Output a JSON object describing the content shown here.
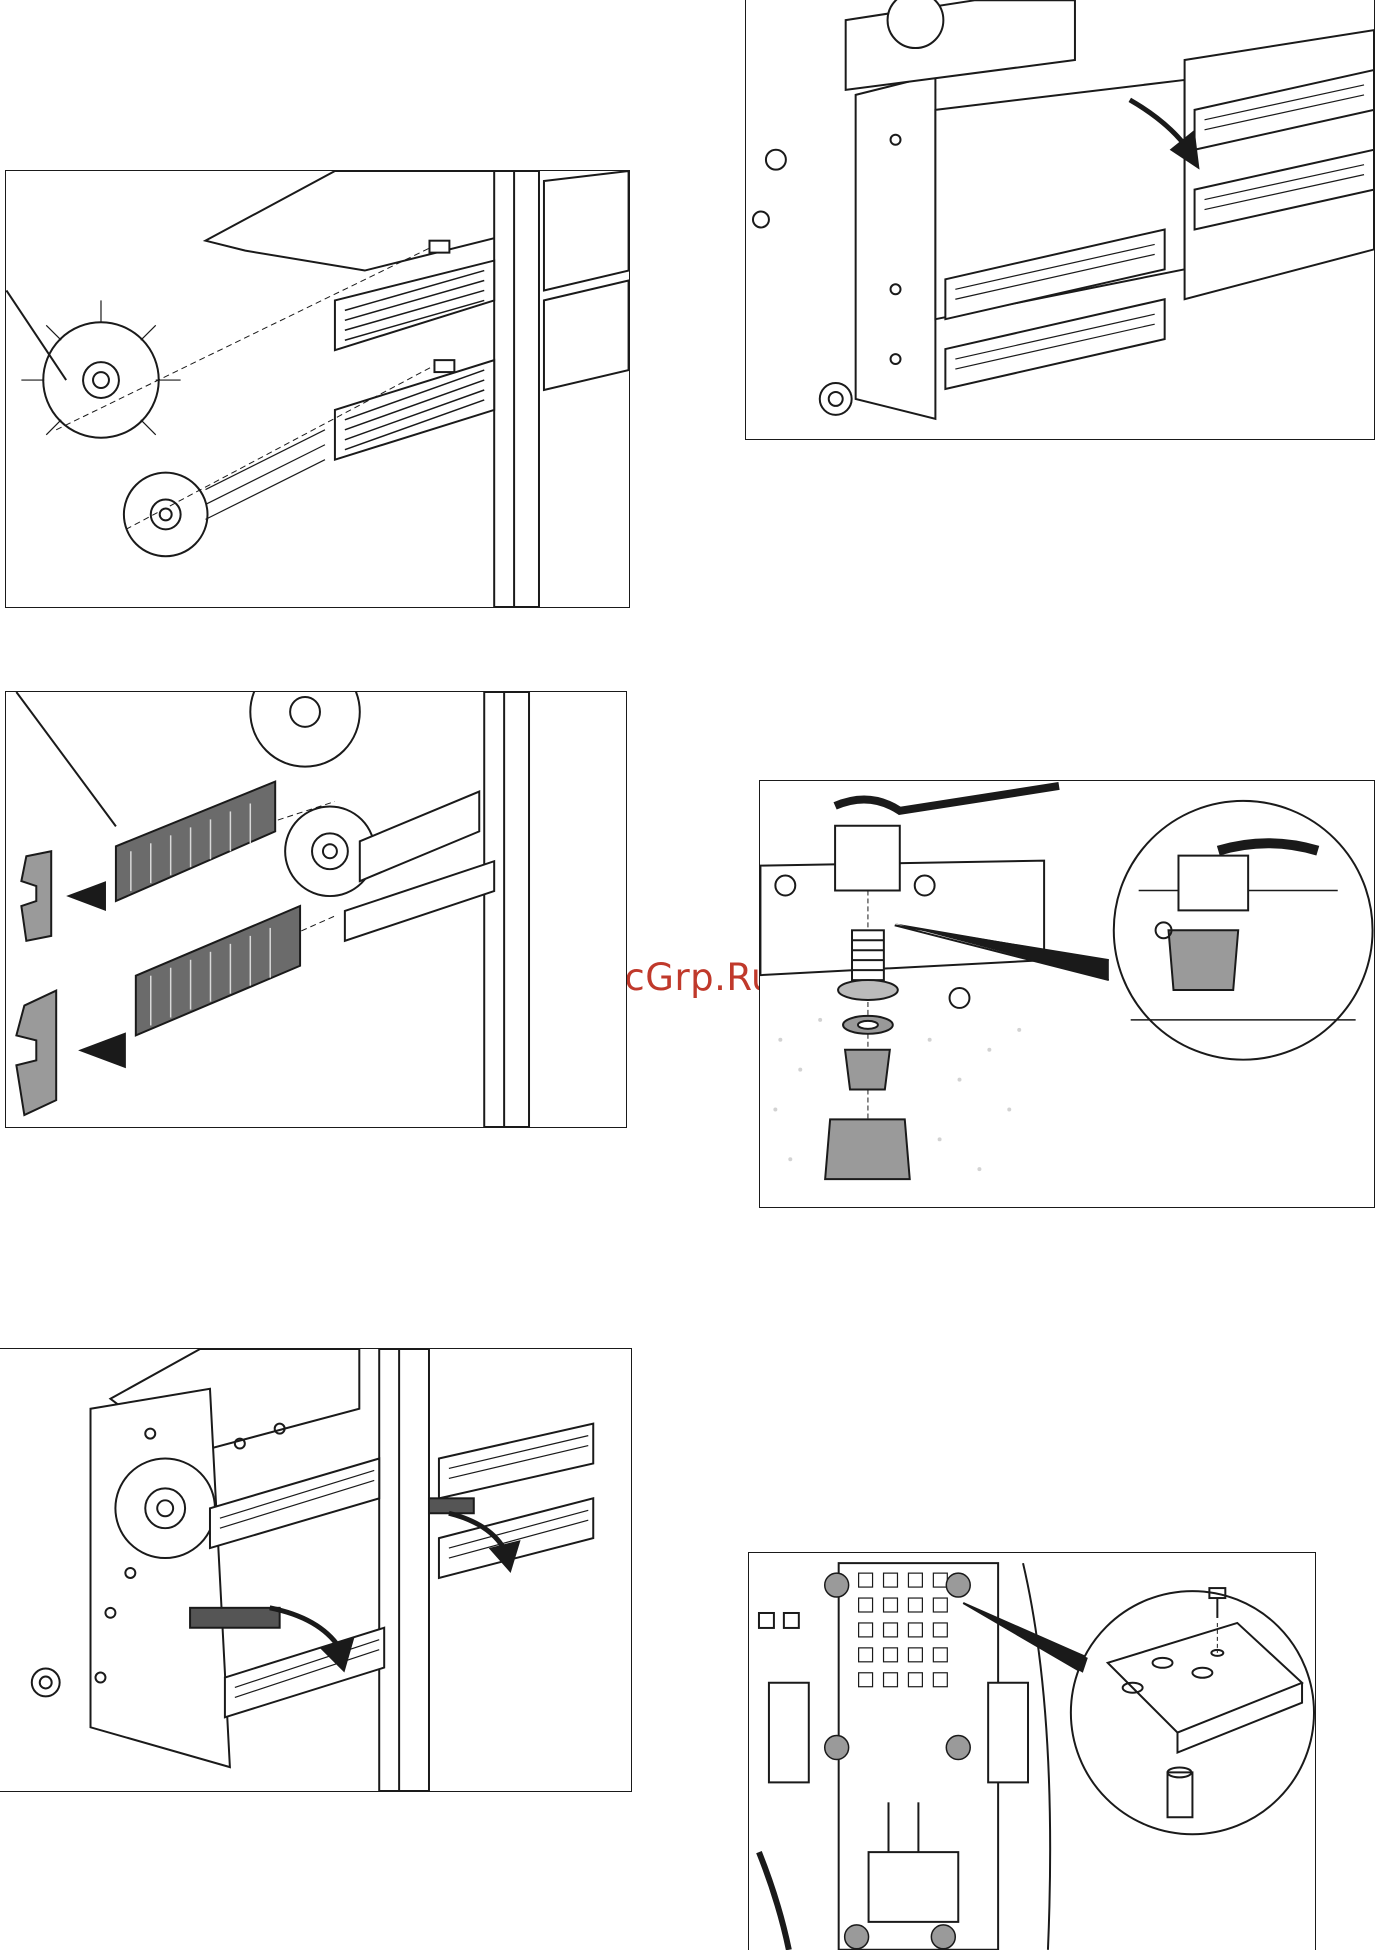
{
  "watermark": {
    "text": "McGrp.Ru",
    "color": "#c0392b"
  },
  "colors": {
    "line": "#1a1a1a",
    "gray_part": "#9a9a9a",
    "dark_part": "#555555",
    "light_gray": "#d9d9d9"
  },
  "figures": [
    {
      "id": "fig-1",
      "subject": "brush-roller-installation"
    },
    {
      "id": "fig-2",
      "subject": "brush-roller-removal"
    },
    {
      "id": "fig-3",
      "subject": "brush-strip-profile-types"
    },
    {
      "id": "fig-4",
      "subject": "nozzle-assembly-exploded"
    },
    {
      "id": "fig-5",
      "subject": "brush-strip-removal-arrows"
    },
    {
      "id": "fig-6",
      "subject": "chassis-bumper-mounting"
    }
  ]
}
